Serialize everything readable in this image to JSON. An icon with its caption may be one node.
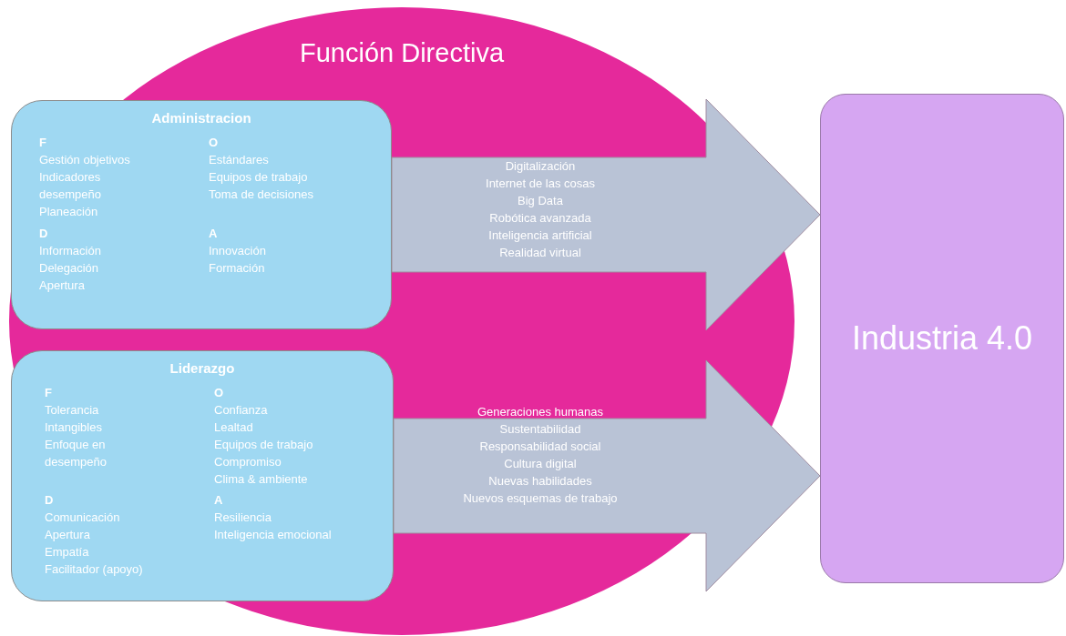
{
  "diagram": {
    "nodes": [
      {
        "text": [
          "Función Directiva"
        ]
      },
      {
        "text": [
          "Administracion",
          "F",
          "Gestión objetivos",
          "Indicadores desempeño",
          "Planeación",
          "O",
          "Estándares",
          "Equipos de trabajo",
          "Toma de decisiones",
          "D",
          "Información",
          "Delegación",
          "Apertura",
          "A",
          "Innovación",
          "Formación"
        ],
        "in": 0
      },
      {
        "text": [
          "Digitalización",
          "Internet de las cosas",
          "Big Data",
          "Robótica avanzada",
          "Inteligencia artificial",
          "Realidad virtual"
        ],
        "in": 0
      },
      {
        "text": [
          "Liderazgo",
          "F",
          "Tolerancia",
          "Intangibles",
          "Enfoque en desempeño",
          "O",
          "Confianza",
          "Lealtad",
          "Equipos de trabajo",
          "Compromiso",
          "Clima & ambiente",
          "D",
          "Comunicación",
          "Apertura",
          "Empatía",
          "Facilitador (apoyo)",
          "A",
          "Resiliencia",
          "Inteligencia emocional"
        ],
        "in": 0
      },
      {
        "text": [
          "Generaciones humanas",
          "Sustentabilidad",
          "Responsabilidad social",
          "Cultura digital",
          "Nuevas habilidades",
          "Nuevos esquemas de trabajo"
        ],
        "in": 0
      },
      {
        "text": [
          "Industria 4.0"
        ]
      }
    ],
    "edges": [
      {
        "from": 1,
        "to": 5,
        "arrow": "to",
        "style": "thick"
      },
      {
        "from": 3,
        "to": 5,
        "arrow": "to",
        "style": "thick"
      }
    ]
  }
}
